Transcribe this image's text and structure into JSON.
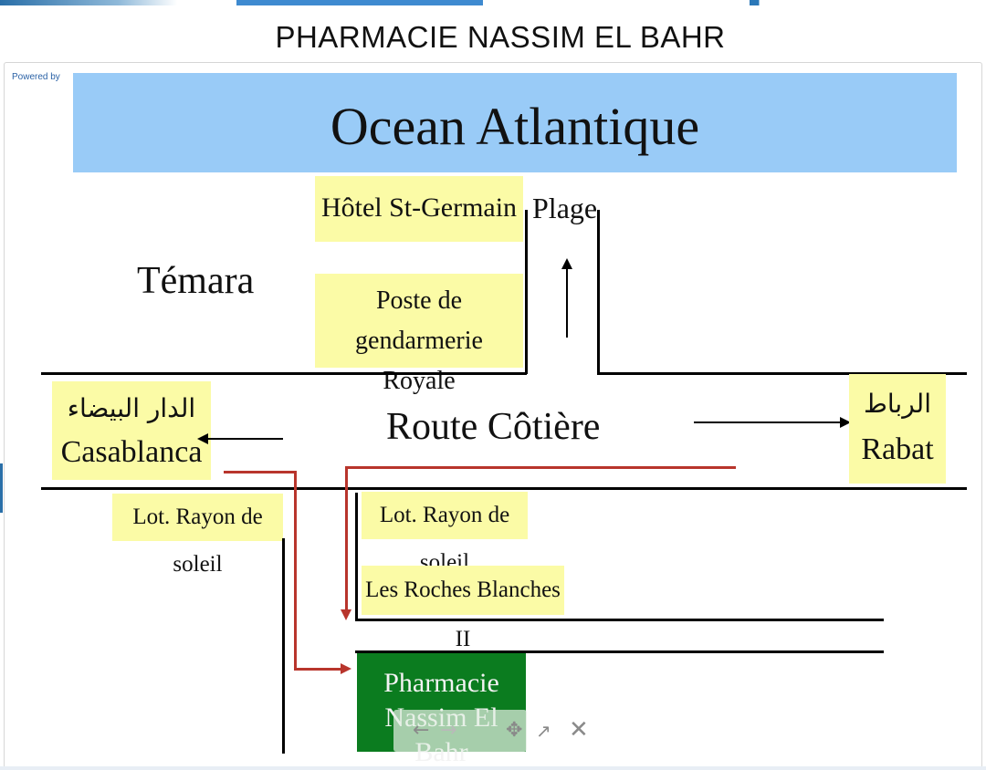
{
  "header": {
    "title": "PHARMACIE NASSIM EL BAHR"
  },
  "viewer": {
    "powered_by": "Powered by",
    "tools": {
      "prev_icon": "arrow-left-icon",
      "next_icon": "arrow-right-icon",
      "move_icon": "move-icon",
      "open_icon": "external-link-icon",
      "close_icon": "close-icon"
    }
  },
  "map": {
    "ocean": "Ocean Atlantique",
    "hotel": "Hôtel St-Germain",
    "plage": "Plage",
    "temara": "Témara",
    "gendarmerie_line1": "Poste de gendarmerie",
    "gendarmerie_line2": "Royale",
    "casablanca_ar": "الدار البيضاء",
    "casablanca": "Casablanca",
    "route": "Route Côtière",
    "rabat_ar": "الرباط",
    "rabat": "Rabat",
    "lot_left": "Lot. Rayon de soleil",
    "lot_right": "Lot. Rayon de soleil",
    "roches": "Les Roches Blanches II",
    "pharmacy_line1": "Pharmacie",
    "pharmacy_line2": "Nassim El Bahr"
  },
  "colors": {
    "ocean": "#99cbf7",
    "label_box": "#fbfba6",
    "pharmacy": "#0b7c1f",
    "route_arrow": "#b8352c"
  }
}
